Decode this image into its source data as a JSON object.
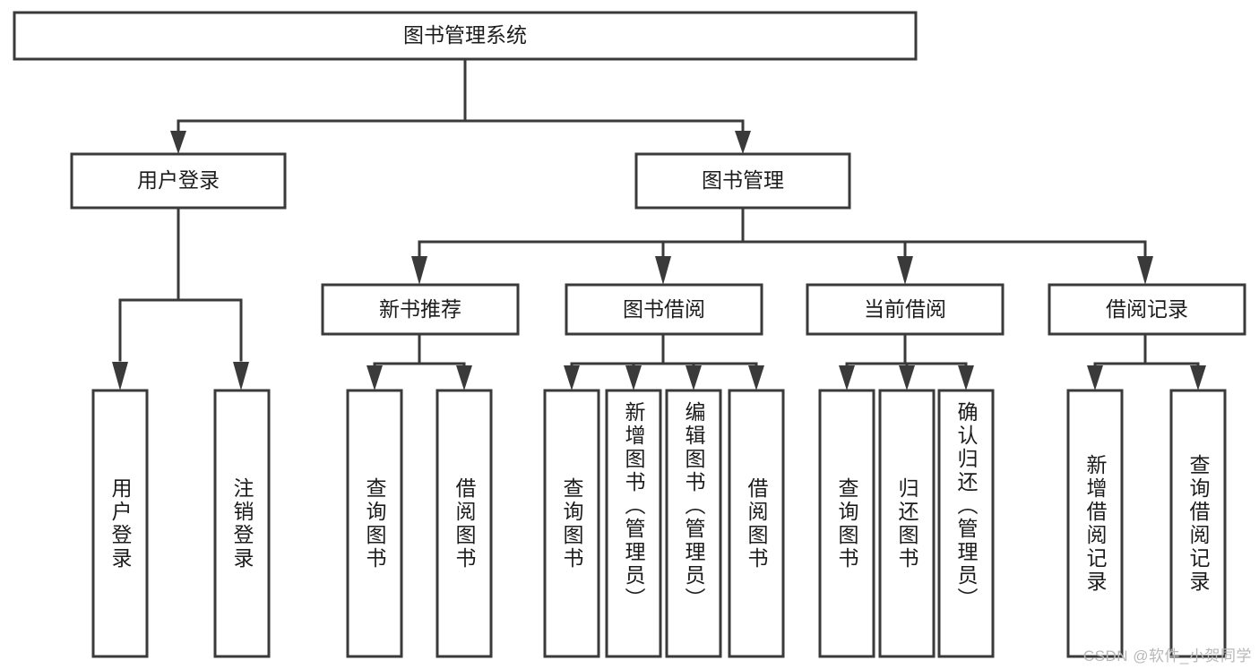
{
  "diagram": {
    "type": "tree-hierarchy",
    "title": "图书管理系统",
    "root": {
      "id": "root",
      "label": "图书管理系统",
      "orientation": "horizontal"
    },
    "level1": [
      {
        "id": "user-login",
        "label": "用户登录",
        "orientation": "horizontal"
      },
      {
        "id": "book-manage",
        "label": "图书管理",
        "orientation": "horizontal"
      }
    ],
    "level2": [
      {
        "id": "new-book-rec",
        "label": "新书推荐",
        "orientation": "horizontal",
        "parent": "book-manage"
      },
      {
        "id": "book-borrow",
        "label": "图书借阅",
        "orientation": "horizontal",
        "parent": "book-manage"
      },
      {
        "id": "current-borrow",
        "label": "当前借阅",
        "orientation": "horizontal",
        "parent": "book-manage"
      },
      {
        "id": "borrow-record",
        "label": "借阅记录",
        "orientation": "horizontal",
        "parent": "book-manage"
      }
    ],
    "leaves": [
      {
        "id": "leaf-user-login",
        "label": "用户登录",
        "orientation": "vertical",
        "parent": "user-login",
        "align": "middle"
      },
      {
        "id": "leaf-logout",
        "label": "注销登录",
        "orientation": "vertical",
        "parent": "user-login",
        "align": "middle"
      },
      {
        "id": "leaf-query-book-1",
        "label": "查询图书",
        "orientation": "vertical",
        "parent": "new-book-rec",
        "align": "middle"
      },
      {
        "id": "leaf-borrow-book-1",
        "label": "借阅图书",
        "orientation": "vertical",
        "parent": "new-book-rec",
        "align": "middle"
      },
      {
        "id": "leaf-query-book-2",
        "label": "查询图书",
        "orientation": "vertical",
        "parent": "book-borrow",
        "align": "middle"
      },
      {
        "id": "leaf-add-book",
        "label": "新增图书（管理员）",
        "orientation": "vertical",
        "parent": "book-borrow",
        "align": "start"
      },
      {
        "id": "leaf-edit-book",
        "label": "编辑图书（管理员）",
        "orientation": "vertical",
        "parent": "book-borrow",
        "align": "start"
      },
      {
        "id": "leaf-borrow-book-2",
        "label": "借阅图书",
        "orientation": "vertical",
        "parent": "book-borrow",
        "align": "middle"
      },
      {
        "id": "leaf-query-book-3",
        "label": "查询图书",
        "orientation": "vertical",
        "parent": "current-borrow",
        "align": "middle"
      },
      {
        "id": "leaf-return-book",
        "label": "归还图书",
        "orientation": "vertical",
        "parent": "current-borrow",
        "align": "middle"
      },
      {
        "id": "leaf-confirm-return",
        "label": "确认归还（管理员）",
        "orientation": "vertical",
        "parent": "current-borrow",
        "align": "start"
      },
      {
        "id": "leaf-add-record",
        "label": "新增借阅记录",
        "orientation": "vertical",
        "parent": "borrow-record",
        "align": "middle"
      },
      {
        "id": "leaf-query-record",
        "label": "查询借阅记录",
        "orientation": "vertical",
        "parent": "borrow-record",
        "align": "middle"
      }
    ],
    "colors": {
      "stroke": "#3a3a3a",
      "fill": "#ffffff",
      "text": "#1c1c1c",
      "watermark": "#b8b8b8"
    }
  },
  "watermark": {
    "text": "CSDN @软件_小贺同学"
  }
}
